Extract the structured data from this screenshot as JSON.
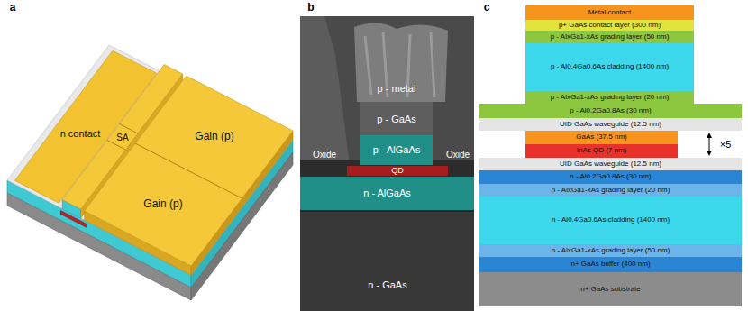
{
  "diagram": {
    "nodes": [
      {
        "text": [
          "p - AlGaAs"
        ]
      },
      {
        "text": [
          "QD"
        ]
      },
      {
        "text": [
          "n - AlGaAs"
        ]
      },
      {
        "text": [
          "Metal contact"
        ]
      },
      {
        "text": [
          "p+ GaAs contact layer (300 nm)"
        ]
      },
      {
        "text": [
          "p - AlxGa1-xAs grading layer (50 nm)"
        ]
      },
      {
        "text": [
          "p - Al0.4Ga0.6As cladding (1400 nm)"
        ]
      },
      {
        "text": [
          "p - AlxGa1-xAs grading layer (20 nm)"
        ]
      },
      {
        "text": [
          "p - Al0.2Ga0.8As (30 nm)"
        ]
      },
      {
        "text": [
          "UID GaAs waveguide (12.5 nm)"
        ]
      },
      {
        "text": [
          "GaAs (37.5 nm)"
        ]
      },
      {
        "text": [
          "InAs QD (7 nm)"
        ]
      },
      {
        "text": [
          "UID GaAs waveguide (12.5 nm)"
        ]
      },
      {
        "text": [
          "n - Al0.2Ga0.8As (30 nm)"
        ]
      },
      {
        "text": [
          "n - AlxGa1-xAs grading layer (20 nm)"
        ]
      },
      {
        "text": [
          "n - Al0.4Ga0.6As cladding (1400 nm)"
        ]
      },
      {
        "text": [
          "n - AlxGa1-xAs grading layer (50 nm)"
        ]
      },
      {
        "text": [
          "n+ GaAs buffer (400 nm)"
        ]
      },
      {
        "text": [
          "n+ GaAs substrate"
        ]
      }
    ],
    "labels": [
      "a",
      "b",
      "c",
      "SA",
      "Gain (p)",
      "Gain (p)",
      "n contact",
      "p - metal",
      "p - GaAs",
      "Oxide",
      "Oxide",
      "n - GaAs",
      "×5"
    ]
  }
}
